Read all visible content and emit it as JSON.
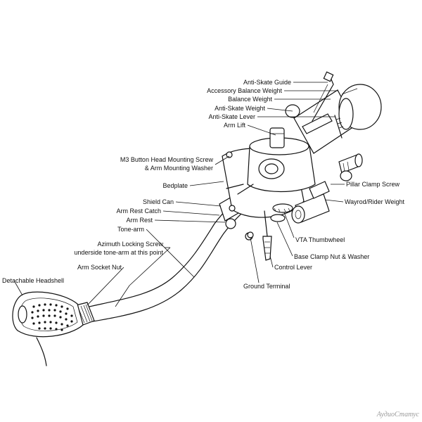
{
  "labels": {
    "anti_skate_guide": "Anti-Skate Guide",
    "accessory_balance_weight": "Accessory Balance Weight",
    "balance_weight": "Balance Weight",
    "anti_skate_weight": "Anti-Skate Weight",
    "anti_skate_lever": "Anti-Skate Lever",
    "arm_lift": "Arm Lift",
    "m3_screw_line1": "M3 Button Head Mounting Screw",
    "m3_screw_line2": "& Arm Mounting Washer",
    "bedplate": "Bedplate",
    "pillar_clamp_screw": "Pillar Clamp Screw",
    "shield_can": "Shield Can",
    "wayrod_rider_weight": "Wayrod/Rider Weight",
    "arm_rest_catch": "Arm Rest Catch",
    "arm_rest": "Arm Rest",
    "tone_arm": "Tone-arm",
    "vta_thumbwheel": "VTA Thumbwheel",
    "azimuth_line1": "Azimuth Locking Screw",
    "azimuth_line2": "underside tone-arm at this point",
    "base_clamp_nut": "Base Clamp Nut & Washer",
    "control_lever": "Control Lever",
    "arm_socket_nut": "Arm Socket Nut",
    "ground_terminal": "Ground Terminal",
    "detachable_headshell": "Detachable Headshell"
  },
  "watermark": "АудиоСтатус",
  "colors": {
    "ink": "#111111",
    "watermark": "#9a9a9a",
    "background": "#ffffff"
  }
}
